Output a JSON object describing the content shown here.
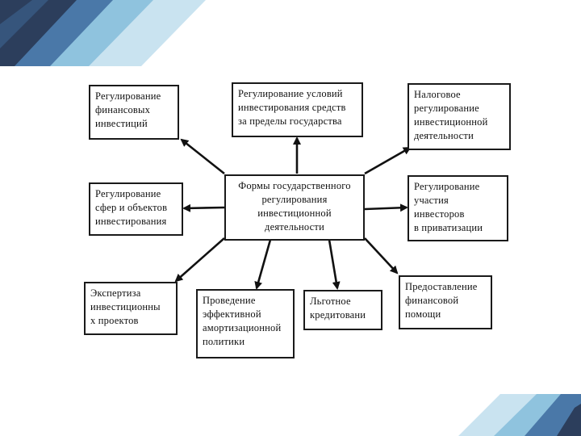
{
  "theme": {
    "accent_dark": "#2c3e5c",
    "accent_mid": "#4a78a8",
    "accent_light": "#8fc3de",
    "accent_pale": "#c9e3f0"
  },
  "diagram": {
    "center": "Формы государственного\nрегулирования\nинвестиционной\nдеятельности",
    "nodes": {
      "fin_invest": "Регулирование\nфинансовых\nинвестиций",
      "abroad": "Регулирование  условий\nинвестирования средств\nза пределы государства",
      "tax": "Налоговое\nрегулирование\nинвестиционной\nдеятельности",
      "spheres": "Регулирование\nсфер и объектов\nинвестирования",
      "privatization": "Регулирование\nучастия\nинвесторов\nв приватизации",
      "expertise": "Экспертиза\nинвестиционны\nх проектов",
      "amortization": "Проведение\nэффективной\nамортизационной\nполитики",
      "credit": "Льготное\nкредитовани",
      "fin_help": "Предоставление\nфинансовой\nпомощи"
    }
  }
}
